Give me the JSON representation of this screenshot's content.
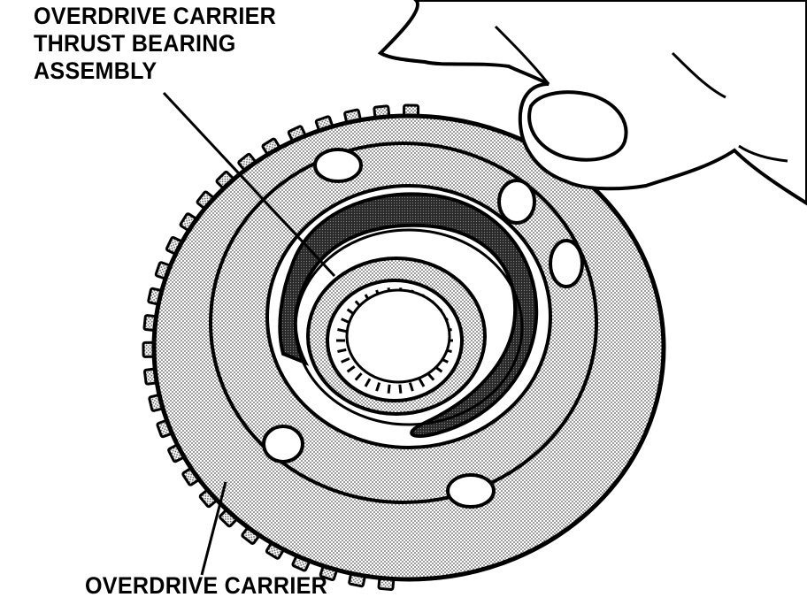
{
  "labels": {
    "thrust_bearing": [
      "OVERDRIVE CARRIER",
      "THRUST BEARING",
      "ASSEMBLY"
    ],
    "carrier": "OVERDRIVE CARRIER"
  },
  "colors": {
    "ink": "#000000",
    "paper": "#ffffff",
    "stipple": "#cfcfcf",
    "bearing_dark": "#3a3a3a"
  }
}
